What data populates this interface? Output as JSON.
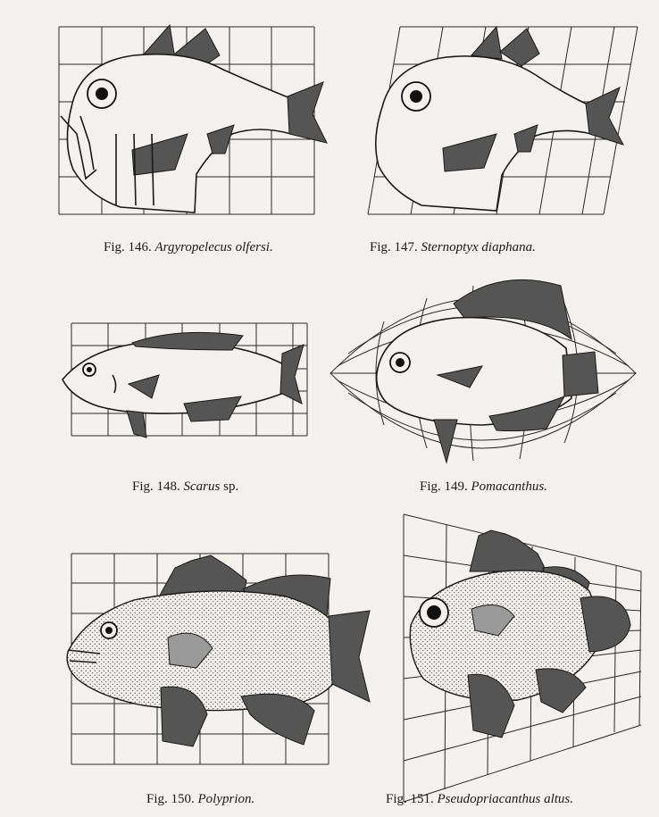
{
  "figures": [
    {
      "number": "Fig. 146.",
      "species": "Argyropelecus olfersi.",
      "suffix": ""
    },
    {
      "number": "Fig. 147.",
      "species": "Sternoptyx diaphana.",
      "suffix": ""
    },
    {
      "number": "Fig. 148.",
      "species": "Scarus",
      "suffix": " sp."
    },
    {
      "number": "Fig. 149.",
      "species": "Pomacanthus.",
      "suffix": ""
    },
    {
      "number": "Fig. 150.",
      "species": "Polyprion.",
      "suffix": ""
    },
    {
      "number": "Fig. 151.",
      "species": "Pseudopriacanthus altus.",
      "suffix": ""
    }
  ]
}
